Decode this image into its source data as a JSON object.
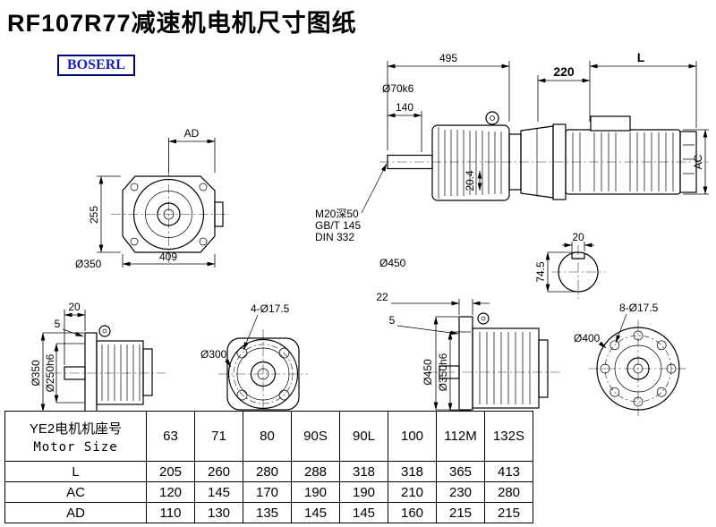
{
  "page": {
    "title": "RF107R77减速机电机尺寸图纸",
    "logo": "BOSERL"
  },
  "views": {
    "front_top": {
      "ad": "AD",
      "h255": "255",
      "w409": "409",
      "dia": "Ø350"
    },
    "side": {
      "d495": "495",
      "d140": "140",
      "shaft_dia": "Ø70k6",
      "d220": "220",
      "dl": "L",
      "ac": "AC",
      "d204": "20.4",
      "note1": "M20深50",
      "note2": "GB/T 145",
      "note3": "DIN 332",
      "flange_dia": "Ø450"
    },
    "shaft_section": {
      "key": "20",
      "h": "74.5"
    },
    "flange_s_side": {
      "d20": "20",
      "d5": "5",
      "dia_out": "Ø350",
      "dia_fit": "Ø250h6"
    },
    "flange_s_front": {
      "holes": "4-Ø17.5",
      "dia": "Ø300"
    },
    "flange_l_side": {
      "d22": "22",
      "d5": "5",
      "dia_out": "Ø450",
      "dia_fit": "Ø350h6"
    },
    "flange_l_front": {
      "holes": "8-Ø17.5",
      "dia": "Ø400"
    }
  },
  "table": {
    "header_cn": "YE2电机机座号",
    "header_en": "Motor Size",
    "sizes": [
      "63",
      "71",
      "80",
      "90S",
      "90L",
      "100",
      "112M",
      "132S"
    ],
    "rows": [
      {
        "label": "L",
        "values": [
          "205",
          "260",
          "280",
          "288",
          "318",
          "318",
          "365",
          "413"
        ]
      },
      {
        "label": "AC",
        "values": [
          "120",
          "145",
          "170",
          "190",
          "190",
          "210",
          "230",
          "280"
        ]
      },
      {
        "label": "AD",
        "values": [
          "110",
          "130",
          "135",
          "145",
          "145",
          "160",
          "215",
          "215"
        ]
      }
    ]
  }
}
